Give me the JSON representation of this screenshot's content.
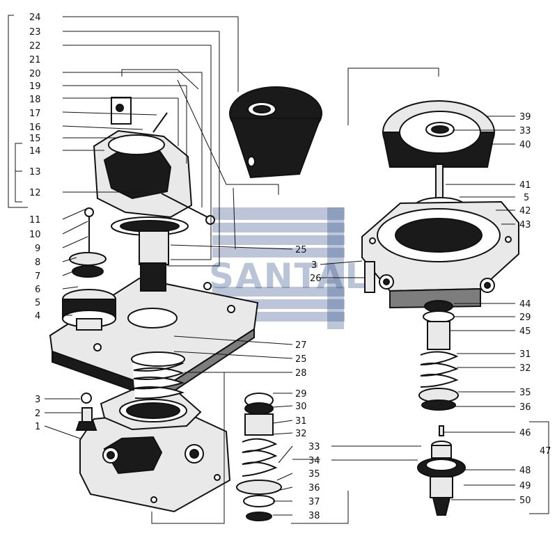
{
  "watermark": {
    "text": "SANTAL"
  },
  "callouts": {
    "left_column": [
      "24",
      "23",
      "22",
      "21",
      "20",
      "19",
      "18",
      "17",
      "16",
      "15",
      "14",
      "13",
      "12",
      "11",
      "10",
      "9",
      "8",
      "7",
      "6",
      "5",
      "4",
      "3",
      "2",
      "1"
    ],
    "center_right": [
      "25",
      "26",
      "27",
      "25",
      "28",
      "29",
      "30",
      "31",
      "32",
      "33",
      "34",
      "35",
      "36",
      "37",
      "38"
    ],
    "right_top": [
      "39",
      "33",
      "40",
      "41",
      "5",
      "42",
      "43",
      "3"
    ],
    "right_mid": [
      "44",
      "29",
      "45",
      "31",
      "32",
      "35",
      "36"
    ],
    "right_bottom": [
      "46",
      "47",
      "48",
      "49",
      "50"
    ]
  }
}
